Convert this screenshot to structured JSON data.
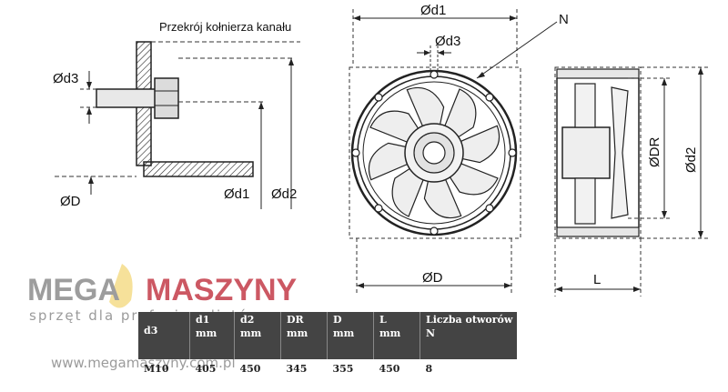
{
  "diagram": {
    "caption": "Przekrój kołnierza kanału",
    "labels": {
      "d1_top": "Ød1",
      "d3_top": "Ød3",
      "N": "N",
      "d3_left": "Ød3",
      "D_left": "ØD",
      "d1_left": "Ød1",
      "d2_left": "Ød2",
      "D_bottom": "ØD",
      "DR": "ØDR",
      "d2_right": "Ød2",
      "L": "L"
    }
  },
  "watermark": {
    "brand_left": "MEGA",
    "brand_right": "MASZYNY",
    "tagline": "sprzęt dla profesjonalistów",
    "url": "www.megamaszyny.com.pl"
  },
  "table": {
    "headers": [
      {
        "sym": "d3",
        "unit": ""
      },
      {
        "sym": "d1",
        "unit": "mm"
      },
      {
        "sym": "d2",
        "unit": "mm"
      },
      {
        "sym": "DR",
        "unit": "mm"
      },
      {
        "sym": "D",
        "unit": "mm"
      },
      {
        "sym": "L",
        "unit": "mm"
      },
      {
        "sym": "Liczba otworów",
        "unit": "N"
      }
    ],
    "rows": [
      [
        "M10",
        "405",
        "450",
        "345",
        "355",
        "450",
        "8"
      ]
    ]
  }
}
